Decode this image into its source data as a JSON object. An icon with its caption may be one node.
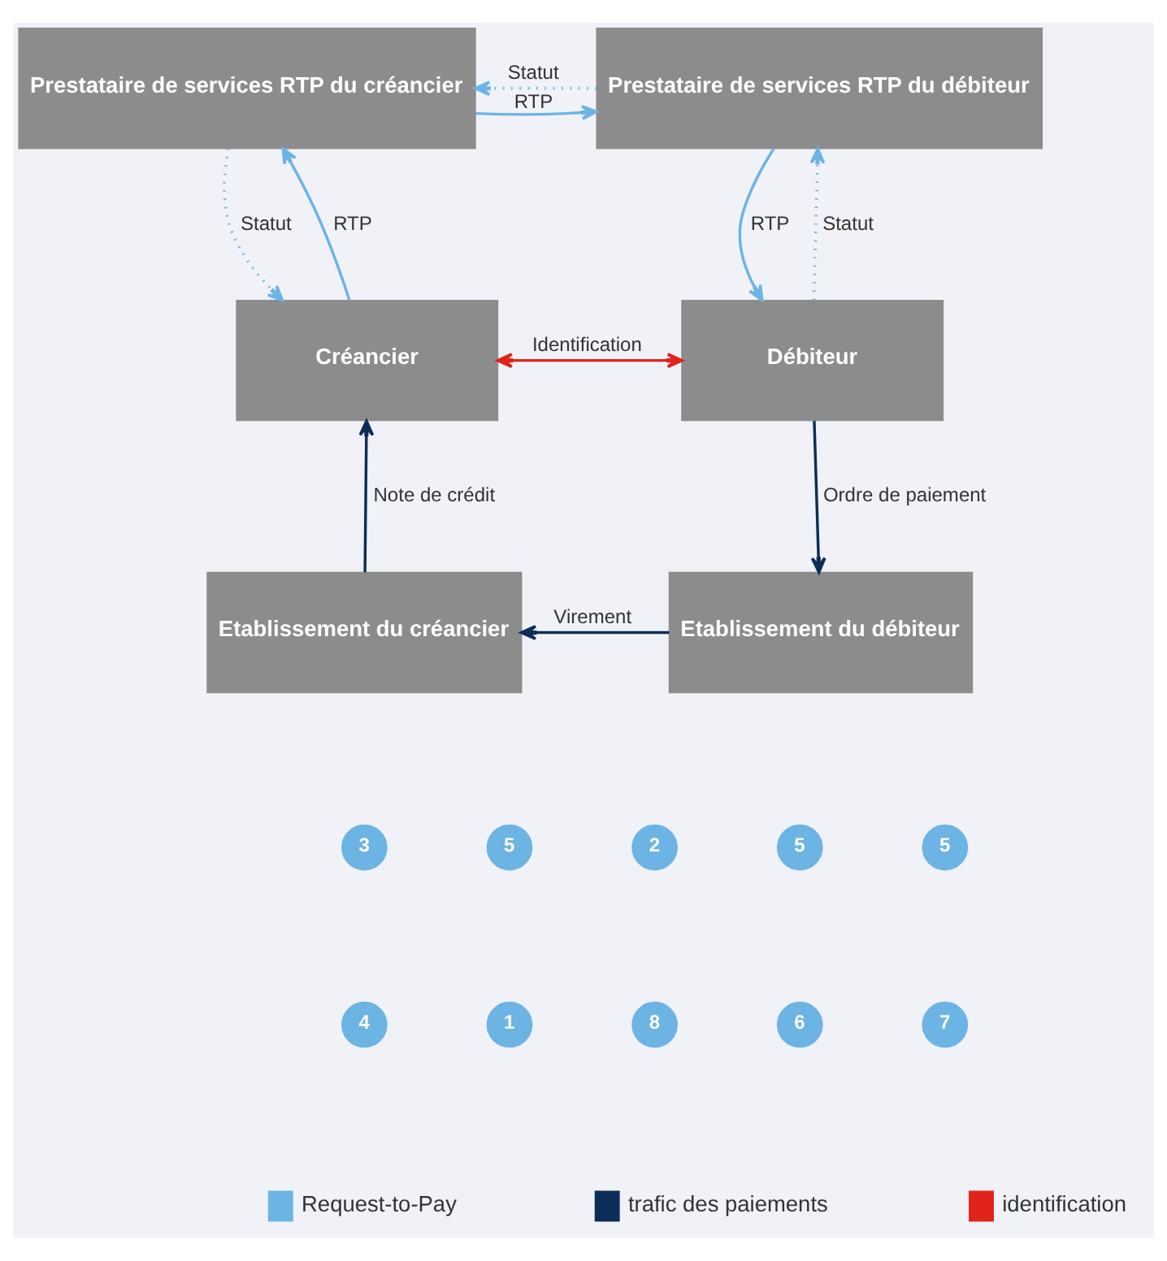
{
  "diagram": {
    "nodes": [
      {
        "text": [
          "Prestataire de services RTP du créancier"
        ]
      },
      {
        "text": [
          "Prestataire de services RTP du débiteur"
        ]
      },
      {
        "text": [
          "Créancier"
        ]
      },
      {
        "text": [
          "Débiteur"
        ]
      },
      {
        "text": [
          "Etablissement du créancier"
        ]
      },
      {
        "text": [
          "Etablissement du débiteur"
        ]
      }
    ],
    "edges": [
      {
        "from": 0,
        "to": 1,
        "arrow": "to",
        "label": "RTP"
      },
      {
        "from": 1,
        "to": 0,
        "arrow": "to",
        "label": "Statut",
        "style": "dashed"
      },
      {
        "from": 2,
        "to": 0,
        "arrow": "to",
        "label": "RTP"
      },
      {
        "from": 0,
        "to": 2,
        "arrow": "to",
        "label": "Statut",
        "style": "dashed"
      },
      {
        "from": 3,
        "to": 1,
        "arrow": "to",
        "label": "Statut",
        "style": "dashed"
      },
      {
        "from": 1,
        "to": 3,
        "arrow": "to",
        "label": "RTP"
      },
      {
        "from": 2,
        "to": 3,
        "arrow": "both",
        "label": "Identification",
        "color": "#e2231a"
      },
      {
        "from": 3,
        "to": 5,
        "arrow": "to",
        "label": "Ordre de paiement",
        "color": "#0c2d57"
      },
      {
        "from": 5,
        "to": 4,
        "arrow": "to",
        "label": "Virement",
        "color": "#0c2d57"
      },
      {
        "from": 4,
        "to": 2,
        "arrow": "to",
        "label": "Note de crédit",
        "color": "#0c2d57"
      }
    ],
    "labels": [
      "3",
      "5",
      "2",
      "5",
      "5",
      "4",
      "1",
      "8",
      "6",
      "7"
    ],
    "legend": [
      {
        "text": "Request-to-Pay",
        "color": "#6cb4e4"
      },
      {
        "text": "trafic des paiements",
        "color": "#0c2d57"
      },
      {
        "text": "identification",
        "color": "#e2231a"
      }
    ]
  }
}
